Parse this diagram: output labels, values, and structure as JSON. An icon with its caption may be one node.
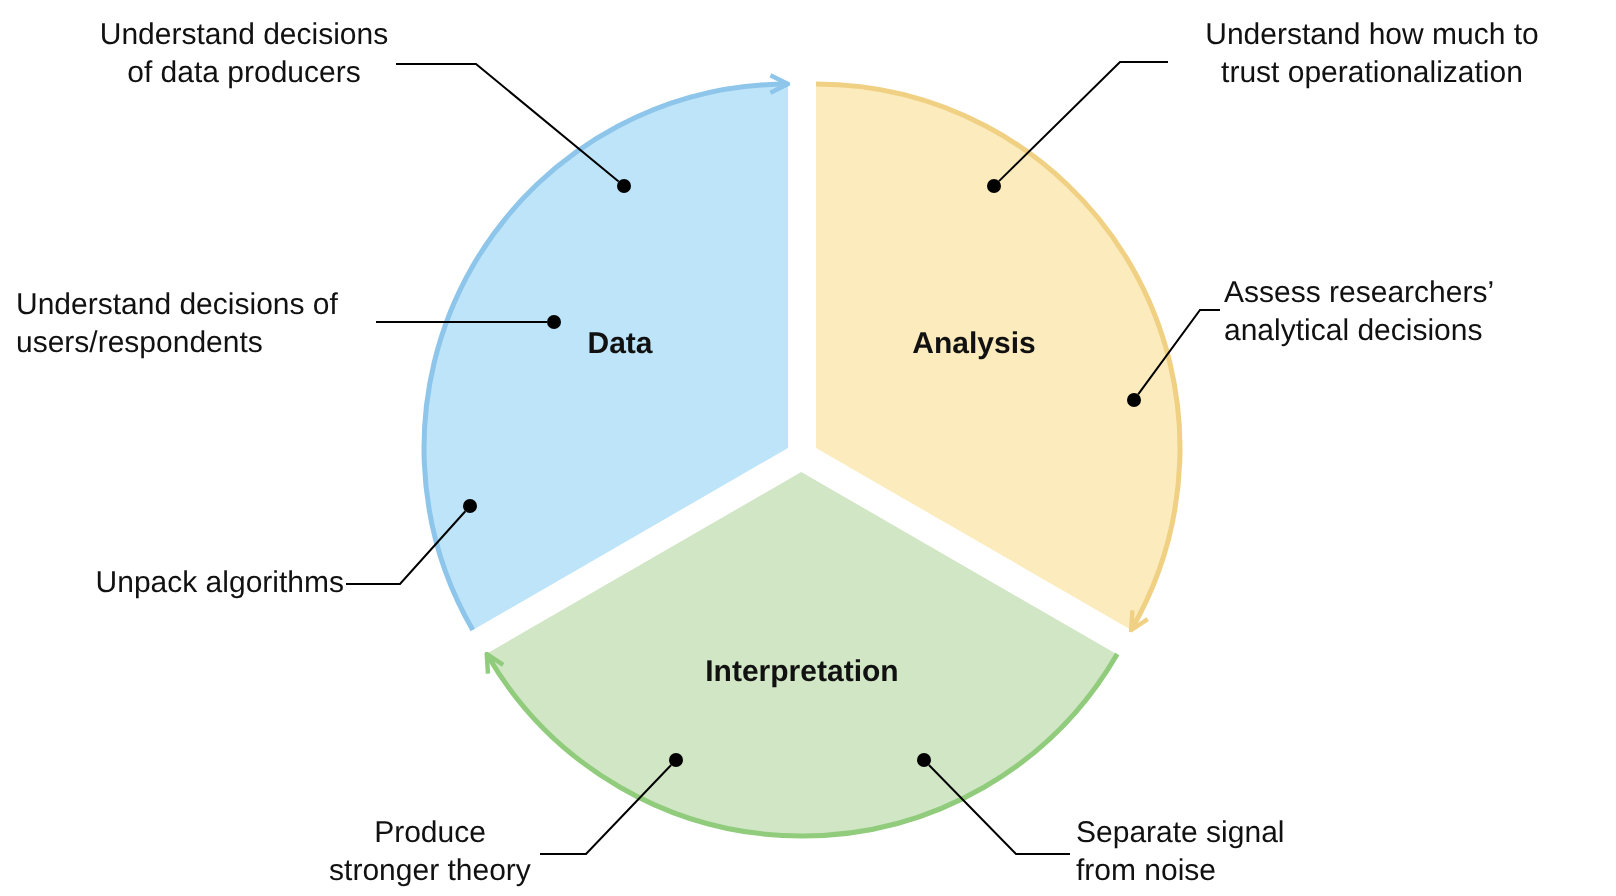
{
  "diagram": {
    "nodes": [
      {
        "text": [
          "Data"
        ]
      },
      {
        "text": [
          "Analysis"
        ]
      },
      {
        "text": [
          "Interpretation"
        ]
      },
      {
        "text": [
          "Understand decisions of data producers"
        ]
      },
      {
        "text": [
          "Understand how much to trust operationalization"
        ]
      },
      {
        "text": [
          "Understand decisions of users/respondents"
        ]
      },
      {
        "text": [
          "Assess researchers’ analytical decisions"
        ]
      },
      {
        "text": [
          "Unpack algorithms"
        ]
      },
      {
        "text": [
          "Produce stronger theory"
        ]
      },
      {
        "text": [
          "Separate signal from noise"
        ]
      },
      {
        "text": [],
        "shape": "circle",
        "in": 0
      },
      {
        "text": [],
        "shape": "circle",
        "in": 0
      },
      {
        "text": [],
        "shape": "circle",
        "in": 0
      },
      {
        "text": [],
        "shape": "circle",
        "in": 1
      },
      {
        "text": [],
        "shape": "circle",
        "in": 1
      },
      {
        "text": [],
        "shape": "circle",
        "in": 2
      },
      {
        "text": [],
        "shape": "circle",
        "in": 2
      }
    ],
    "edges": [
      {
        "from": 0,
        "to": 1,
        "arrow": "to",
        "color": "#8ec5ea",
        "style": "thick"
      },
      {
        "from": 1,
        "to": 2,
        "arrow": "to",
        "color": "#f0d083",
        "style": "thick"
      },
      {
        "from": 2,
        "to": 0,
        "arrow": "to",
        "color": "#90cc7c",
        "style": "thick"
      },
      {
        "from": 3,
        "to": 10,
        "arrow": "none"
      },
      {
        "from": 5,
        "to": 11,
        "arrow": "none"
      },
      {
        "from": 7,
        "to": 12,
        "arrow": "none"
      },
      {
        "from": 4,
        "to": 13,
        "arrow": "none"
      },
      {
        "from": 6,
        "to": 14,
        "arrow": "none"
      },
      {
        "from": 8,
        "to": 15,
        "arrow": "none"
      },
      {
        "from": 9,
        "to": 16,
        "arrow": "none"
      }
    ]
  }
}
